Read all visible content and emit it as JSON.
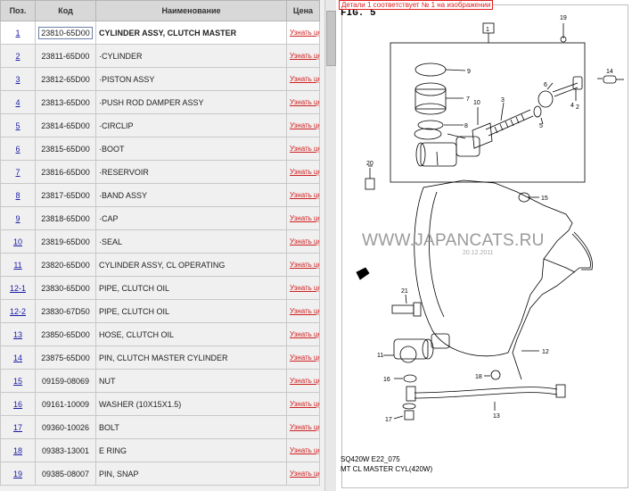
{
  "table": {
    "headers": {
      "pos": "Поз.",
      "code": "Код",
      "name": "Наименование",
      "price": "Цена"
    },
    "price_link": "Узнать цену",
    "rows": [
      {
        "pos": "1",
        "code": "23810-65D00",
        "name": "CYLINDER ASSY, CLUTCH MASTER",
        "bold": true,
        "selected": true
      },
      {
        "pos": "2",
        "code": "23811-65D00",
        "name": "·CYLINDER"
      },
      {
        "pos": "3",
        "code": "23812-65D00",
        "name": "·PISTON ASSY"
      },
      {
        "pos": "4",
        "code": "23813-65D00",
        "name": "·PUSH ROD DAMPER ASSY"
      },
      {
        "pos": "5",
        "code": "23814-65D00",
        "name": "·CIRCLIP"
      },
      {
        "pos": "6",
        "code": "23815-65D00",
        "name": "·BOOT"
      },
      {
        "pos": "7",
        "code": "23816-65D00",
        "name": "·RESERVOIR"
      },
      {
        "pos": "8",
        "code": "23817-65D00",
        "name": "·BAND ASSY"
      },
      {
        "pos": "9",
        "code": "23818-65D00",
        "name": "·CAP"
      },
      {
        "pos": "10",
        "code": "23819-65D00",
        "name": "·SEAL"
      },
      {
        "pos": "11",
        "code": "23820-65D00",
        "name": "CYLINDER ASSY, CL OPERATING"
      },
      {
        "pos": "12-1",
        "code": "23830-65D00",
        "name": "PIPE, CLUTCH OIL"
      },
      {
        "pos": "12-2",
        "code": "23830-67D50",
        "name": "PIPE, CLUTCH OIL"
      },
      {
        "pos": "13",
        "code": "23850-65D00",
        "name": "HOSE, CLUTCH OIL"
      },
      {
        "pos": "14",
        "code": "23875-65D00",
        "name": "PIN, CLUTCH MASTER CYLINDER"
      },
      {
        "pos": "15",
        "code": "09159-08069",
        "name": "NUT"
      },
      {
        "pos": "16",
        "code": "09161-10009",
        "name": "WASHER (10X15X1.5)"
      },
      {
        "pos": "17",
        "code": "09360-10026",
        "name": "BOLT"
      },
      {
        "pos": "18",
        "code": "09383-13001",
        "name": "E RING"
      },
      {
        "pos": "19",
        "code": "09385-08007",
        "name": "PIN, SNAP"
      }
    ]
  },
  "diagram": {
    "tooltip": "Детали 1 соответствует № 1 на изображении",
    "figure_label": "FIG. 5",
    "watermark": "WWW.JAPANCATS.RU",
    "watermark_date": "20.12.2011",
    "caption_code": "SQ420W E22_075",
    "caption_title": "MT CL MASTER CYL(420W)",
    "callouts": [
      "1",
      "2",
      "3",
      "4",
      "5",
      "6",
      "7",
      "8",
      "9",
      "10",
      "11",
      "12",
      "13",
      "14",
      "15",
      "16",
      "17",
      "18",
      "19",
      "20",
      "21"
    ]
  }
}
